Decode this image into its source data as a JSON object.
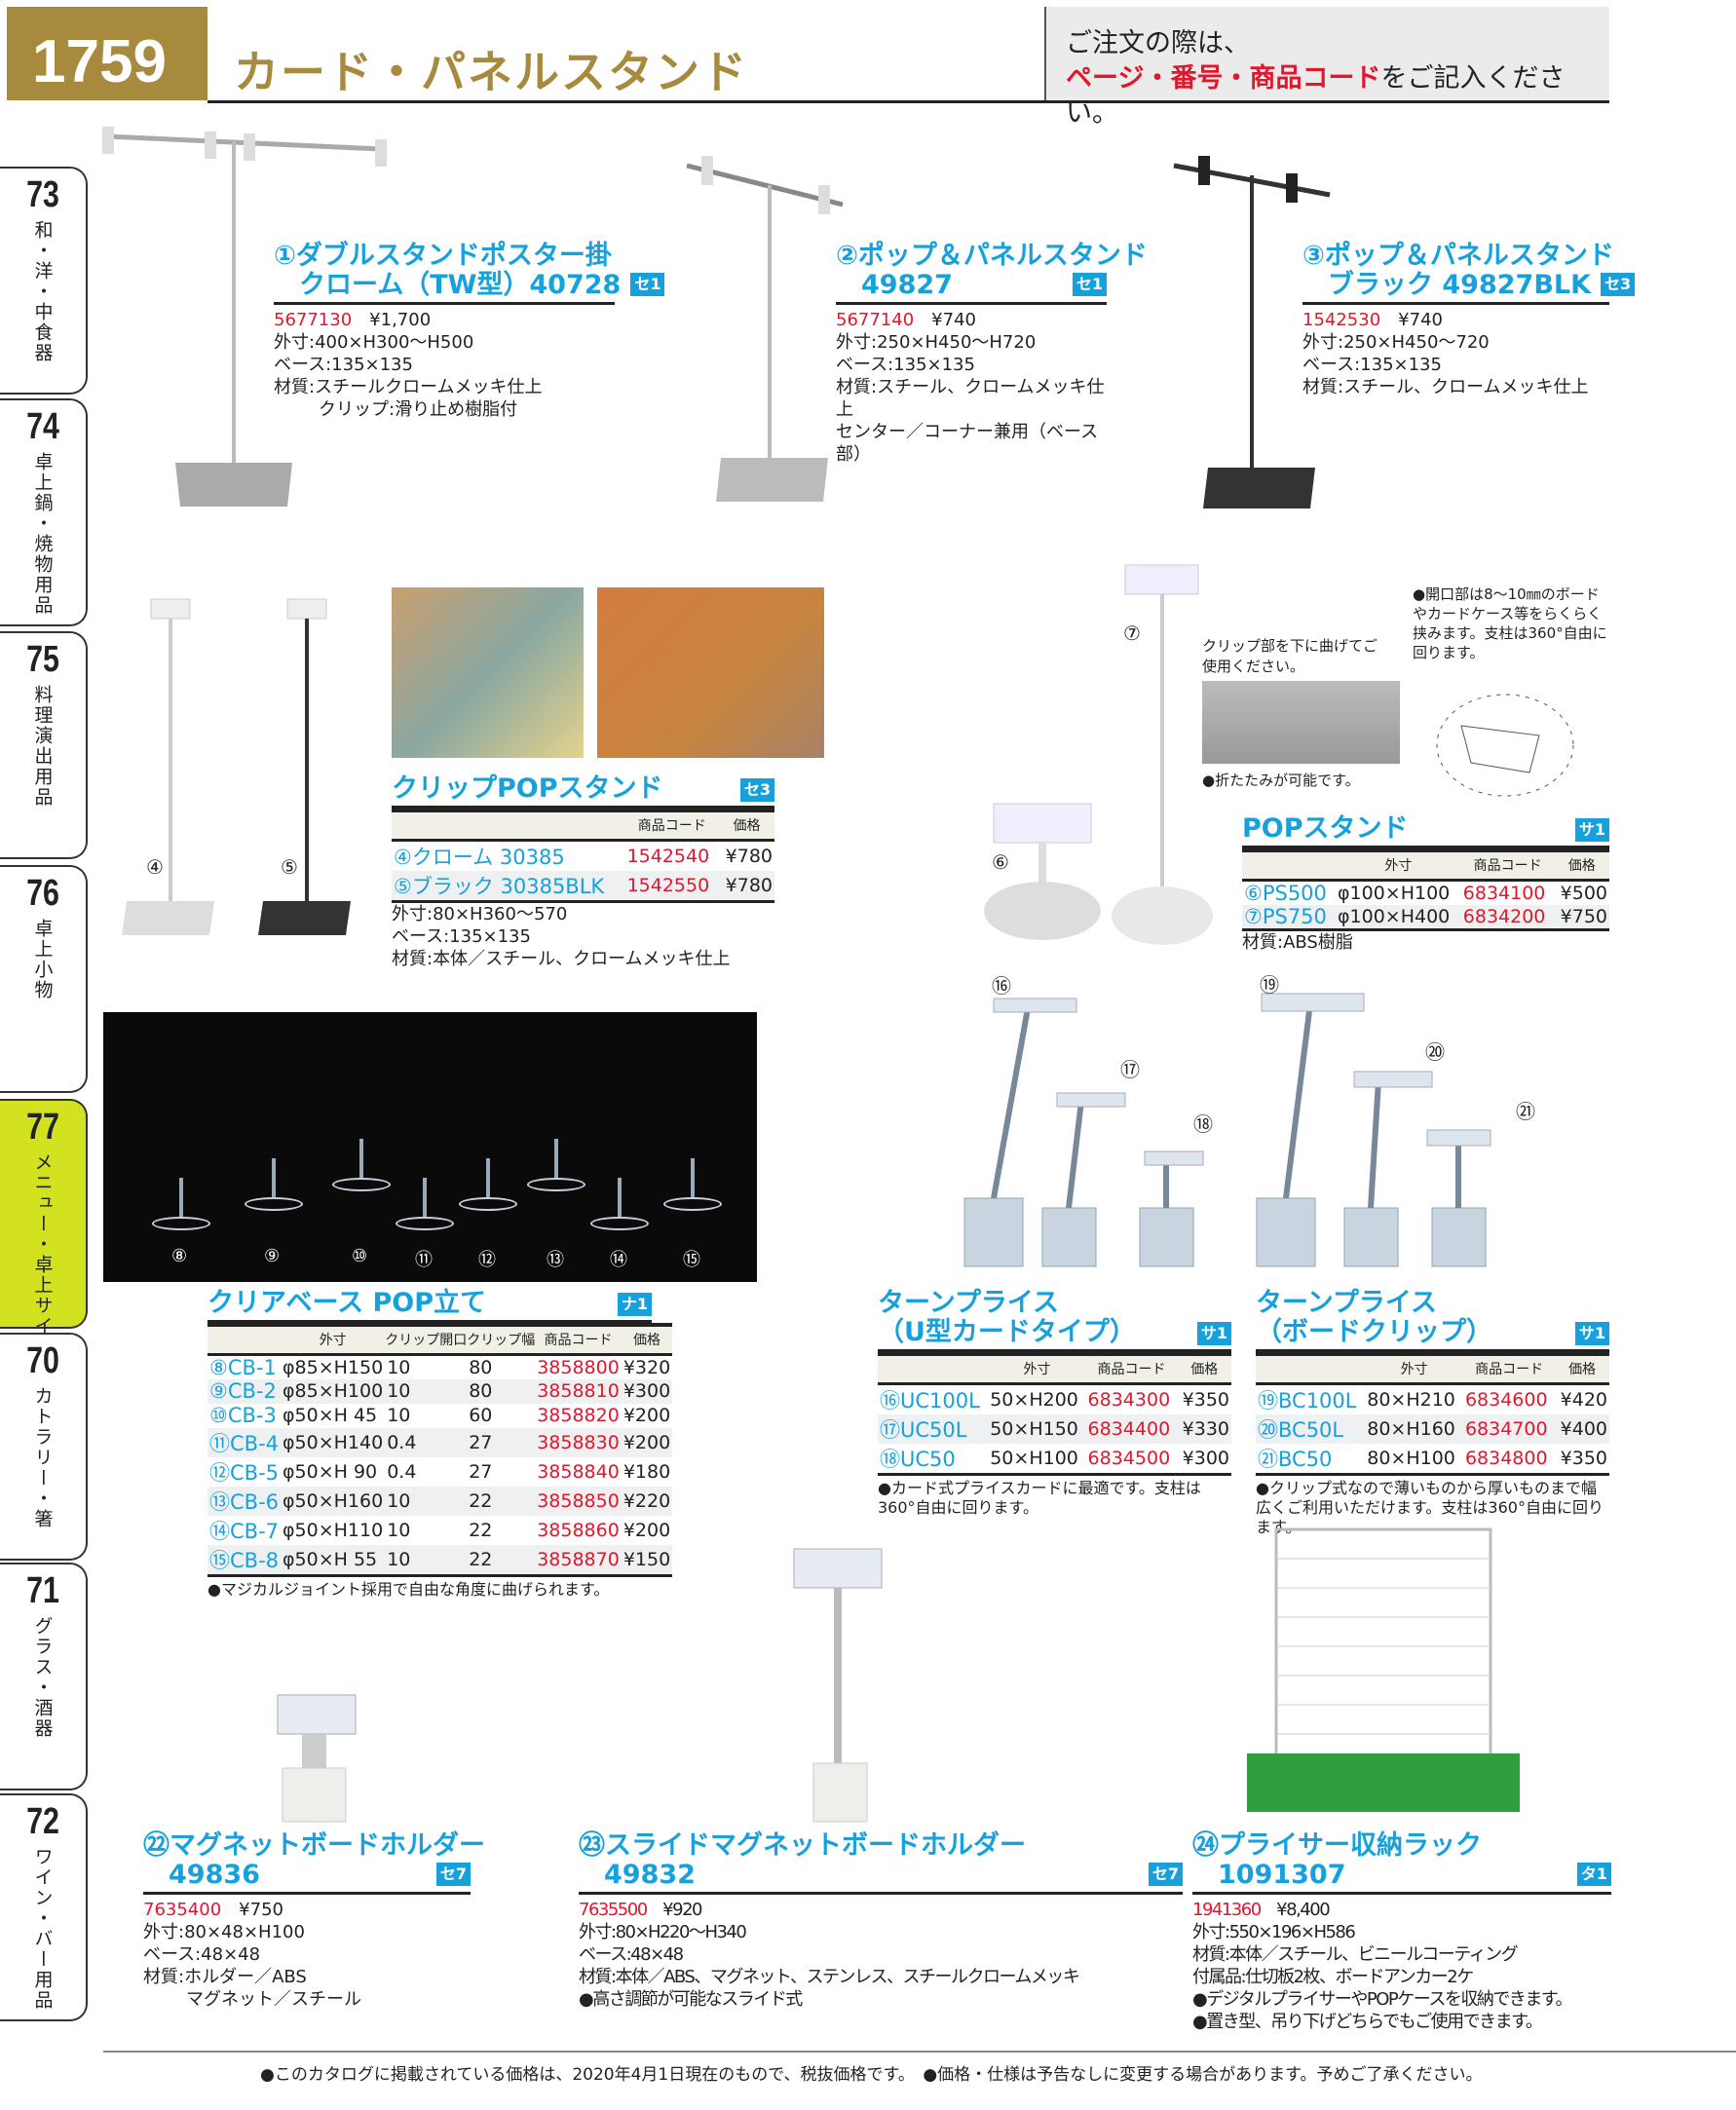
{
  "header": {
    "page_number": "1759",
    "title": "カード・パネルスタンド",
    "notice_line1": "ご注文の際は、",
    "notice_red": "ページ・番号・商品コード",
    "notice_rest": "をご記入ください。"
  },
  "side_tabs": [
    {
      "num": "73",
      "label": "和・洋・中食器"
    },
    {
      "num": "74",
      "label": "卓上鍋・焼物用品"
    },
    {
      "num": "75",
      "label": "料理演出用品"
    },
    {
      "num": "76",
      "label": "卓上小物"
    },
    {
      "num": "77",
      "label": "メニュー・卓上サイン"
    },
    {
      "num": "70",
      "label": "カトラリー・箸"
    },
    {
      "num": "71",
      "label": "グラス・酒器"
    },
    {
      "num": "72",
      "label": "ワイン・バー用品"
    }
  ],
  "products": {
    "p1": {
      "title1": "①ダブルスタンドポスター掛",
      "title2": "クローム（TW型）40728",
      "badge": "セ1",
      "code": "5677130",
      "price": "¥1,700",
      "specs": [
        "外寸:400×H300～H500",
        "ベース:135×135",
        "材質:スチールクロームメッキ仕上",
        "クリップ:滑り止め樹脂付"
      ]
    },
    "p2": {
      "title1": "②ポップ＆パネルスタンド",
      "title2": "49827",
      "badge": "セ1",
      "code": "5677140",
      "price": "¥740",
      "specs": [
        "外寸:250×H450～H720",
        "ベース:135×135",
        "材質:スチール、クロームメッキ仕上",
        "センター／コーナー兼用（ベース部）"
      ]
    },
    "p3": {
      "title1": "③ポップ＆パネルスタンド",
      "title2": "ブラック 49827BLK",
      "badge": "セ3",
      "code": "1542530",
      "price": "¥740",
      "specs": [
        "外寸:250×H450～720",
        "ベース:135×135",
        "材質:スチール、クロームメッキ仕上"
      ]
    },
    "p22": {
      "title1": "㉒マグネットボードホルダー",
      "title2": "49836",
      "badge": "セ7",
      "code": "7635400",
      "price": "¥750",
      "specs": [
        "外寸:80×48×H100",
        "ベース:48×48",
        "材質:ホルダー／ABS",
        "マグネット／スチール"
      ]
    },
    "p23": {
      "title1": "㉓スライドマグネットボードホルダー",
      "title2": "49832",
      "badge": "セ7",
      "code": "7635500",
      "price": "¥920",
      "specs": [
        "外寸:80×H220～H340",
        "ベース:48×48",
        "材質:本体／ABS、マグネット、ステンレス、スチールクロームメッキ",
        "●高さ調節が可能なスライド式"
      ]
    },
    "p24": {
      "title1": "㉔プライサー収納ラック",
      "title2": "1091307",
      "badge": "タ1",
      "code": "1941360",
      "price": "¥8,400",
      "specs": [
        "外寸:550×196×H586",
        "材質:本体／スチール、ビニールコーティング",
        "付属品:仕切板2枚、ボードアンカー2ケ",
        "●デジタルプライサーやPOPケースを収納できます。",
        "●置き型、吊り下げどちらでもご使用できます。"
      ]
    }
  },
  "clip_pop": {
    "title": "クリップPOPスタンド",
    "badge": "セ3",
    "headers": [
      "",
      "商品コード",
      "価格"
    ],
    "rows": [
      [
        "④クローム 30385",
        "1542540",
        "¥780"
      ],
      [
        "⑤ブラック 30385BLK",
        "1542550",
        "¥780"
      ]
    ],
    "specs": [
      "外寸:80×H360～570",
      "ベース:135×135",
      "材質:本体／スチール、クロームメッキ仕上"
    ],
    "labels": [
      "④",
      "⑤"
    ]
  },
  "pop_stand": {
    "title": "POPスタンド",
    "badge": "サ1",
    "headers": [
      "",
      "外寸",
      "商品コード",
      "価格"
    ],
    "rows": [
      [
        "⑥PS500",
        "φ100×H100",
        "6834100",
        "¥500"
      ],
      [
        "⑦PS750",
        "φ100×H400",
        "6834200",
        "¥750"
      ]
    ],
    "material": "材質:ABS樹脂",
    "note_clip": "クリップ部を下に曲げてご使用ください。",
    "note_fold": "●折たたみが可能です。",
    "note_open": "●開口部は8～10㎜のボードやカードケース等をらくらく挟みます。支柱は360°自由に回ります。",
    "labels": [
      "⑥",
      "⑦"
    ]
  },
  "clear_base": {
    "title": "クリアベース POP立て",
    "badge": "ナ1",
    "headers": [
      "",
      "外寸",
      "クリップ開口",
      "クリップ幅",
      "商品コード",
      "価格"
    ],
    "rows": [
      [
        "⑧CB-1",
        "φ85×H150",
        "10",
        "80",
        "3858800",
        "¥320"
      ],
      [
        "⑨CB-2",
        "φ85×H100",
        "10",
        "80",
        "3858810",
        "¥300"
      ],
      [
        "⑩CB-3",
        "φ50×H 45",
        "10",
        "60",
        "3858820",
        "¥200"
      ],
      [
        "⑪CB-4",
        "φ50×H140",
        "0.4",
        "27",
        "3858830",
        "¥200"
      ],
      [
        "⑫CB-5",
        "φ50×H 90",
        "0.4",
        "27",
        "3858840",
        "¥180"
      ],
      [
        "⑬CB-6",
        "φ50×H160",
        "10",
        "22",
        "3858850",
        "¥220"
      ],
      [
        "⑭CB-7",
        "φ50×H110",
        "10",
        "22",
        "3858860",
        "¥200"
      ],
      [
        "⑮CB-8",
        "φ50×H 55",
        "10",
        "22",
        "3858870",
        "¥150"
      ]
    ],
    "note": "●マジカルジョイント採用で自由な角度に曲げられます。",
    "labels": [
      "⑧",
      "⑨",
      "⑩",
      "⑪",
      "⑫",
      "⑬",
      "⑭",
      "⑮"
    ]
  },
  "turn_u": {
    "title1": "ターンプライス",
    "title2": "（U型カードタイプ）",
    "badge": "サ1",
    "headers": [
      "",
      "外寸",
      "商品コード",
      "価格"
    ],
    "rows": [
      [
        "⑯UC100L",
        "50×H200",
        "6834300",
        "¥350"
      ],
      [
        "⑰UC50L",
        "50×H150",
        "6834400",
        "¥330"
      ],
      [
        "⑱UC50",
        "50×H100",
        "6834500",
        "¥300"
      ]
    ],
    "note": "●カード式プライスカードに最適です。支柱は360°自由に回ります。"
  },
  "turn_b": {
    "title1": "ターンプライス",
    "title2": "（ボードクリップ）",
    "badge": "サ1",
    "headers": [
      "",
      "外寸",
      "商品コード",
      "価格"
    ],
    "rows": [
      [
        "⑲BC100L",
        "80×H210",
        "6834600",
        "¥420"
      ],
      [
        "⑳BC50L",
        "80×H160",
        "6834700",
        "¥400"
      ],
      [
        "㉑BC50",
        "80×H100",
        "6834800",
        "¥350"
      ]
    ],
    "note": "●クリップ式なので薄いものから厚いものまで幅広くご利用いただけます。支柱は360°自由に回ります。"
  },
  "turn_labels": [
    "⑯",
    "⑰",
    "⑱",
    "⑲",
    "⑳",
    "㉑"
  ],
  "footer": "●このカタログに掲載されている価格は、2020年4月1日現在のもので、税抜価格です。　●価格・仕様は予告なしに変更する場合があります。予めご了承ください。"
}
